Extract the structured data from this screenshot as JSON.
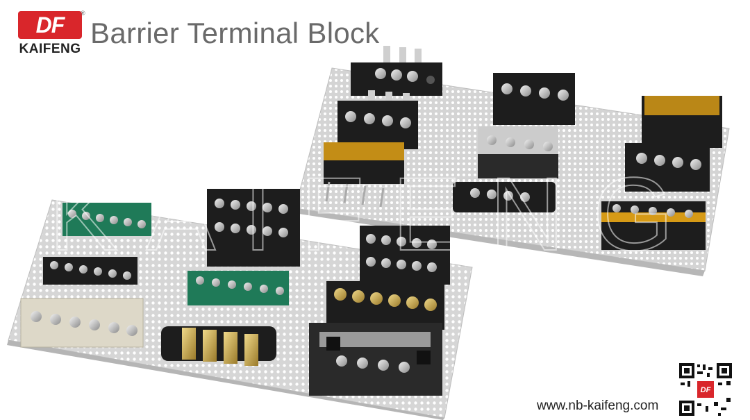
{
  "header": {
    "logo_mark": "DF",
    "logo_name": "KAIFENG",
    "title": "Barrier Terminal Block"
  },
  "footer": {
    "website": "www.nb-kaifeng.com"
  },
  "colors": {
    "brand_red": "#d9262b",
    "board": "#d9d9d9",
    "block_black": "#1d1d1d",
    "block_green": "#1f7a58",
    "block_amber": "#d69a16",
    "block_beige": "#ddd8c8"
  },
  "icons": {
    "logo": "df-kaifeng-logo",
    "qr": "qr-code-icon"
  }
}
